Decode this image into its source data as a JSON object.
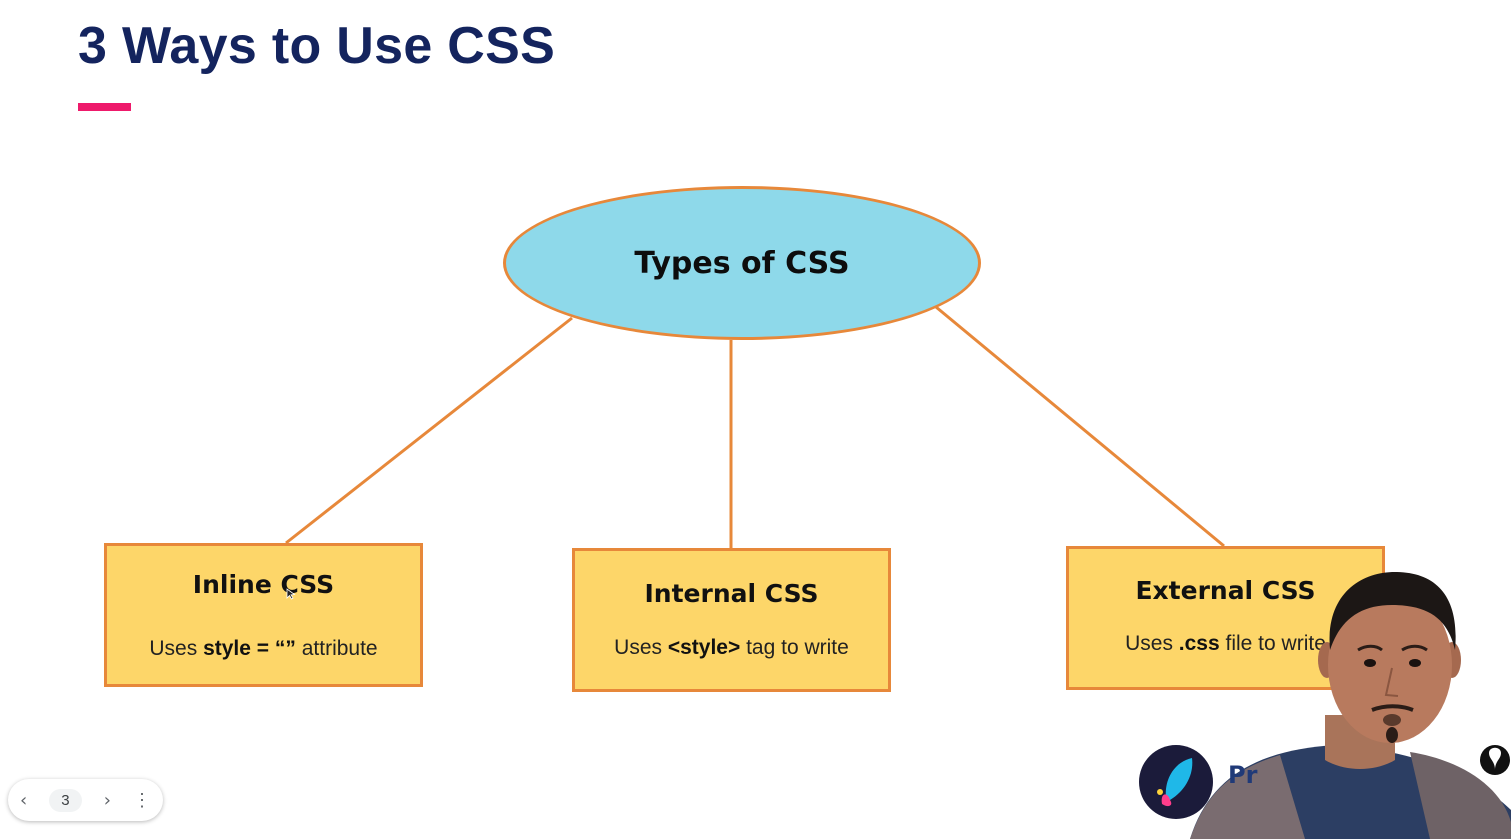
{
  "slide": {
    "title": "3 Ways to Use CSS",
    "accent_color": "#ee1a6b",
    "title_color": "#14245e"
  },
  "diagram": {
    "root": {
      "label": "Types of CSS",
      "fill": "#8ed9ea",
      "stroke": "#e7883a"
    },
    "boxes": [
      {
        "title": "Inline CSS",
        "desc_pre": "Uses ",
        "desc_bold": "style = “”",
        "desc_post": " attribute"
      },
      {
        "title": "Internal CSS",
        "desc_pre": "Uses ",
        "desc_bold": "<style>",
        "desc_post": " tag to write"
      },
      {
        "title": "External CSS",
        "desc_pre": "Uses ",
        "desc_bold": ".css",
        "desc_post": " file  to write"
      }
    ],
    "box_fill": "#fdd669",
    "connector_color": "#e7883a"
  },
  "navigator": {
    "prev_icon": "chevron-left-icon",
    "page_number": "3",
    "next_icon": "chevron-right-icon",
    "more_icon": "more-vertical-icon"
  },
  "webcam": {
    "logo_icon": "rocket-logo-icon",
    "channel_text_visible": "Pr"
  }
}
